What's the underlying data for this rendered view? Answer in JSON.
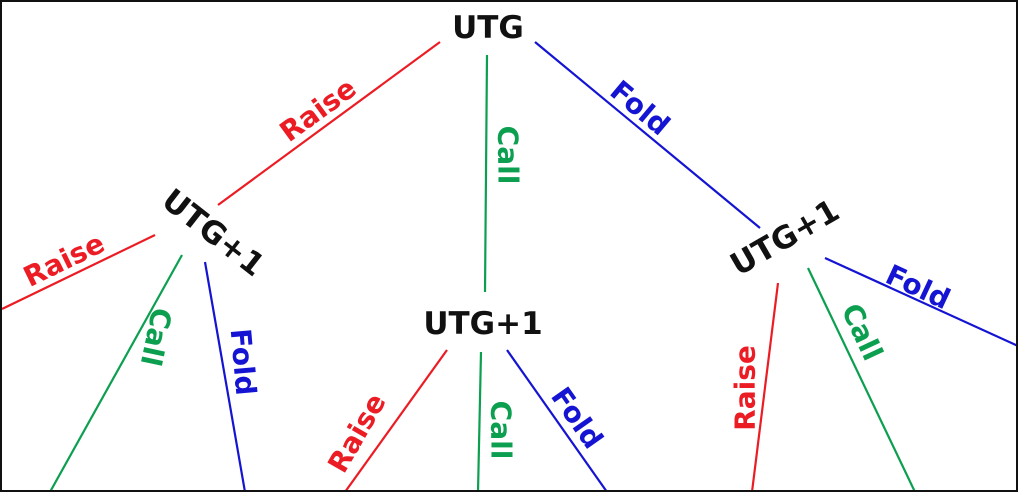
{
  "colors": {
    "raise": "#ec1c24",
    "call": "#0c9f50",
    "fold": "#1414d2",
    "node": "#111111"
  },
  "tree": {
    "root": {
      "label": "UTG"
    },
    "root_edges": {
      "raise": "Raise",
      "call": "Call",
      "fold": "Fold"
    },
    "left": {
      "label": "UTG+1",
      "edges": {
        "raise": "Raise",
        "call": "Call",
        "fold": "Fold"
      }
    },
    "middle": {
      "label": "UTG+1",
      "edges": {
        "raise": "Raise",
        "call": "Call",
        "fold": "Fold"
      }
    },
    "right": {
      "label": "UTG+1",
      "edges": {
        "raise": "Raise",
        "call": "Call",
        "fold": "Fold"
      }
    }
  }
}
